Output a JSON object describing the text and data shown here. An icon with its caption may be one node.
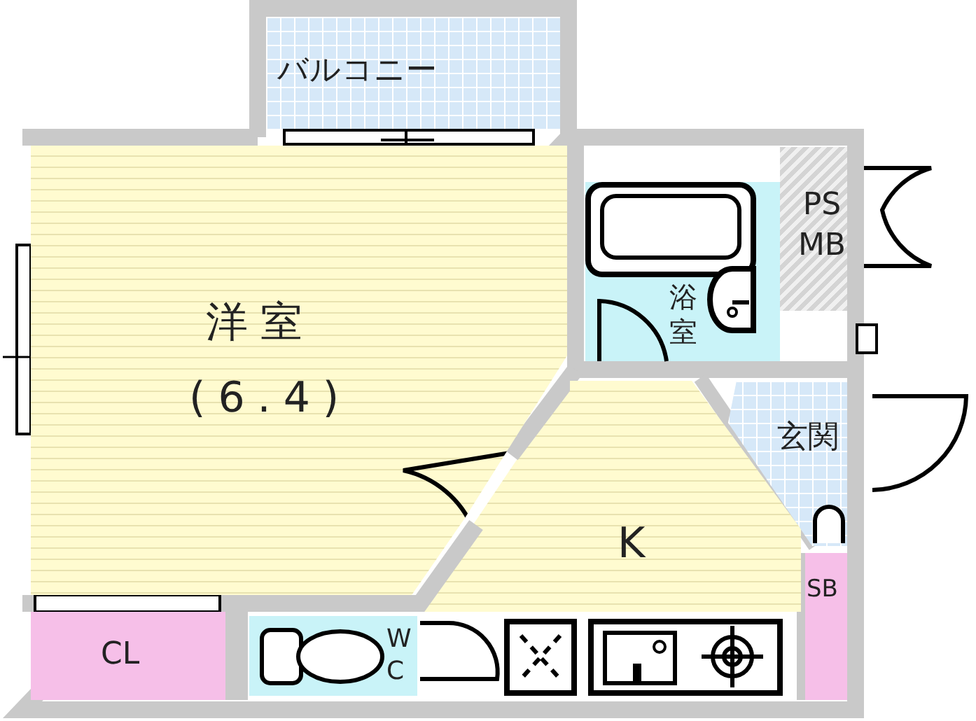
{
  "diagram": {
    "nodes": [
      {
        "text": [
          "バルコニー"
        ]
      },
      {
        "text": [
          "洋室",
          "(6.4)"
        ]
      },
      {
        "text": [
          "浴室"
        ]
      },
      {
        "text": [
          "PS MB"
        ]
      },
      {
        "text": [
          "玄関"
        ]
      },
      {
        "text": [
          "K"
        ]
      },
      {
        "text": [
          "SB"
        ]
      },
      {
        "text": [
          "CL"
        ]
      },
      {
        "text": [
          "WC"
        ]
      }
    ]
  }
}
